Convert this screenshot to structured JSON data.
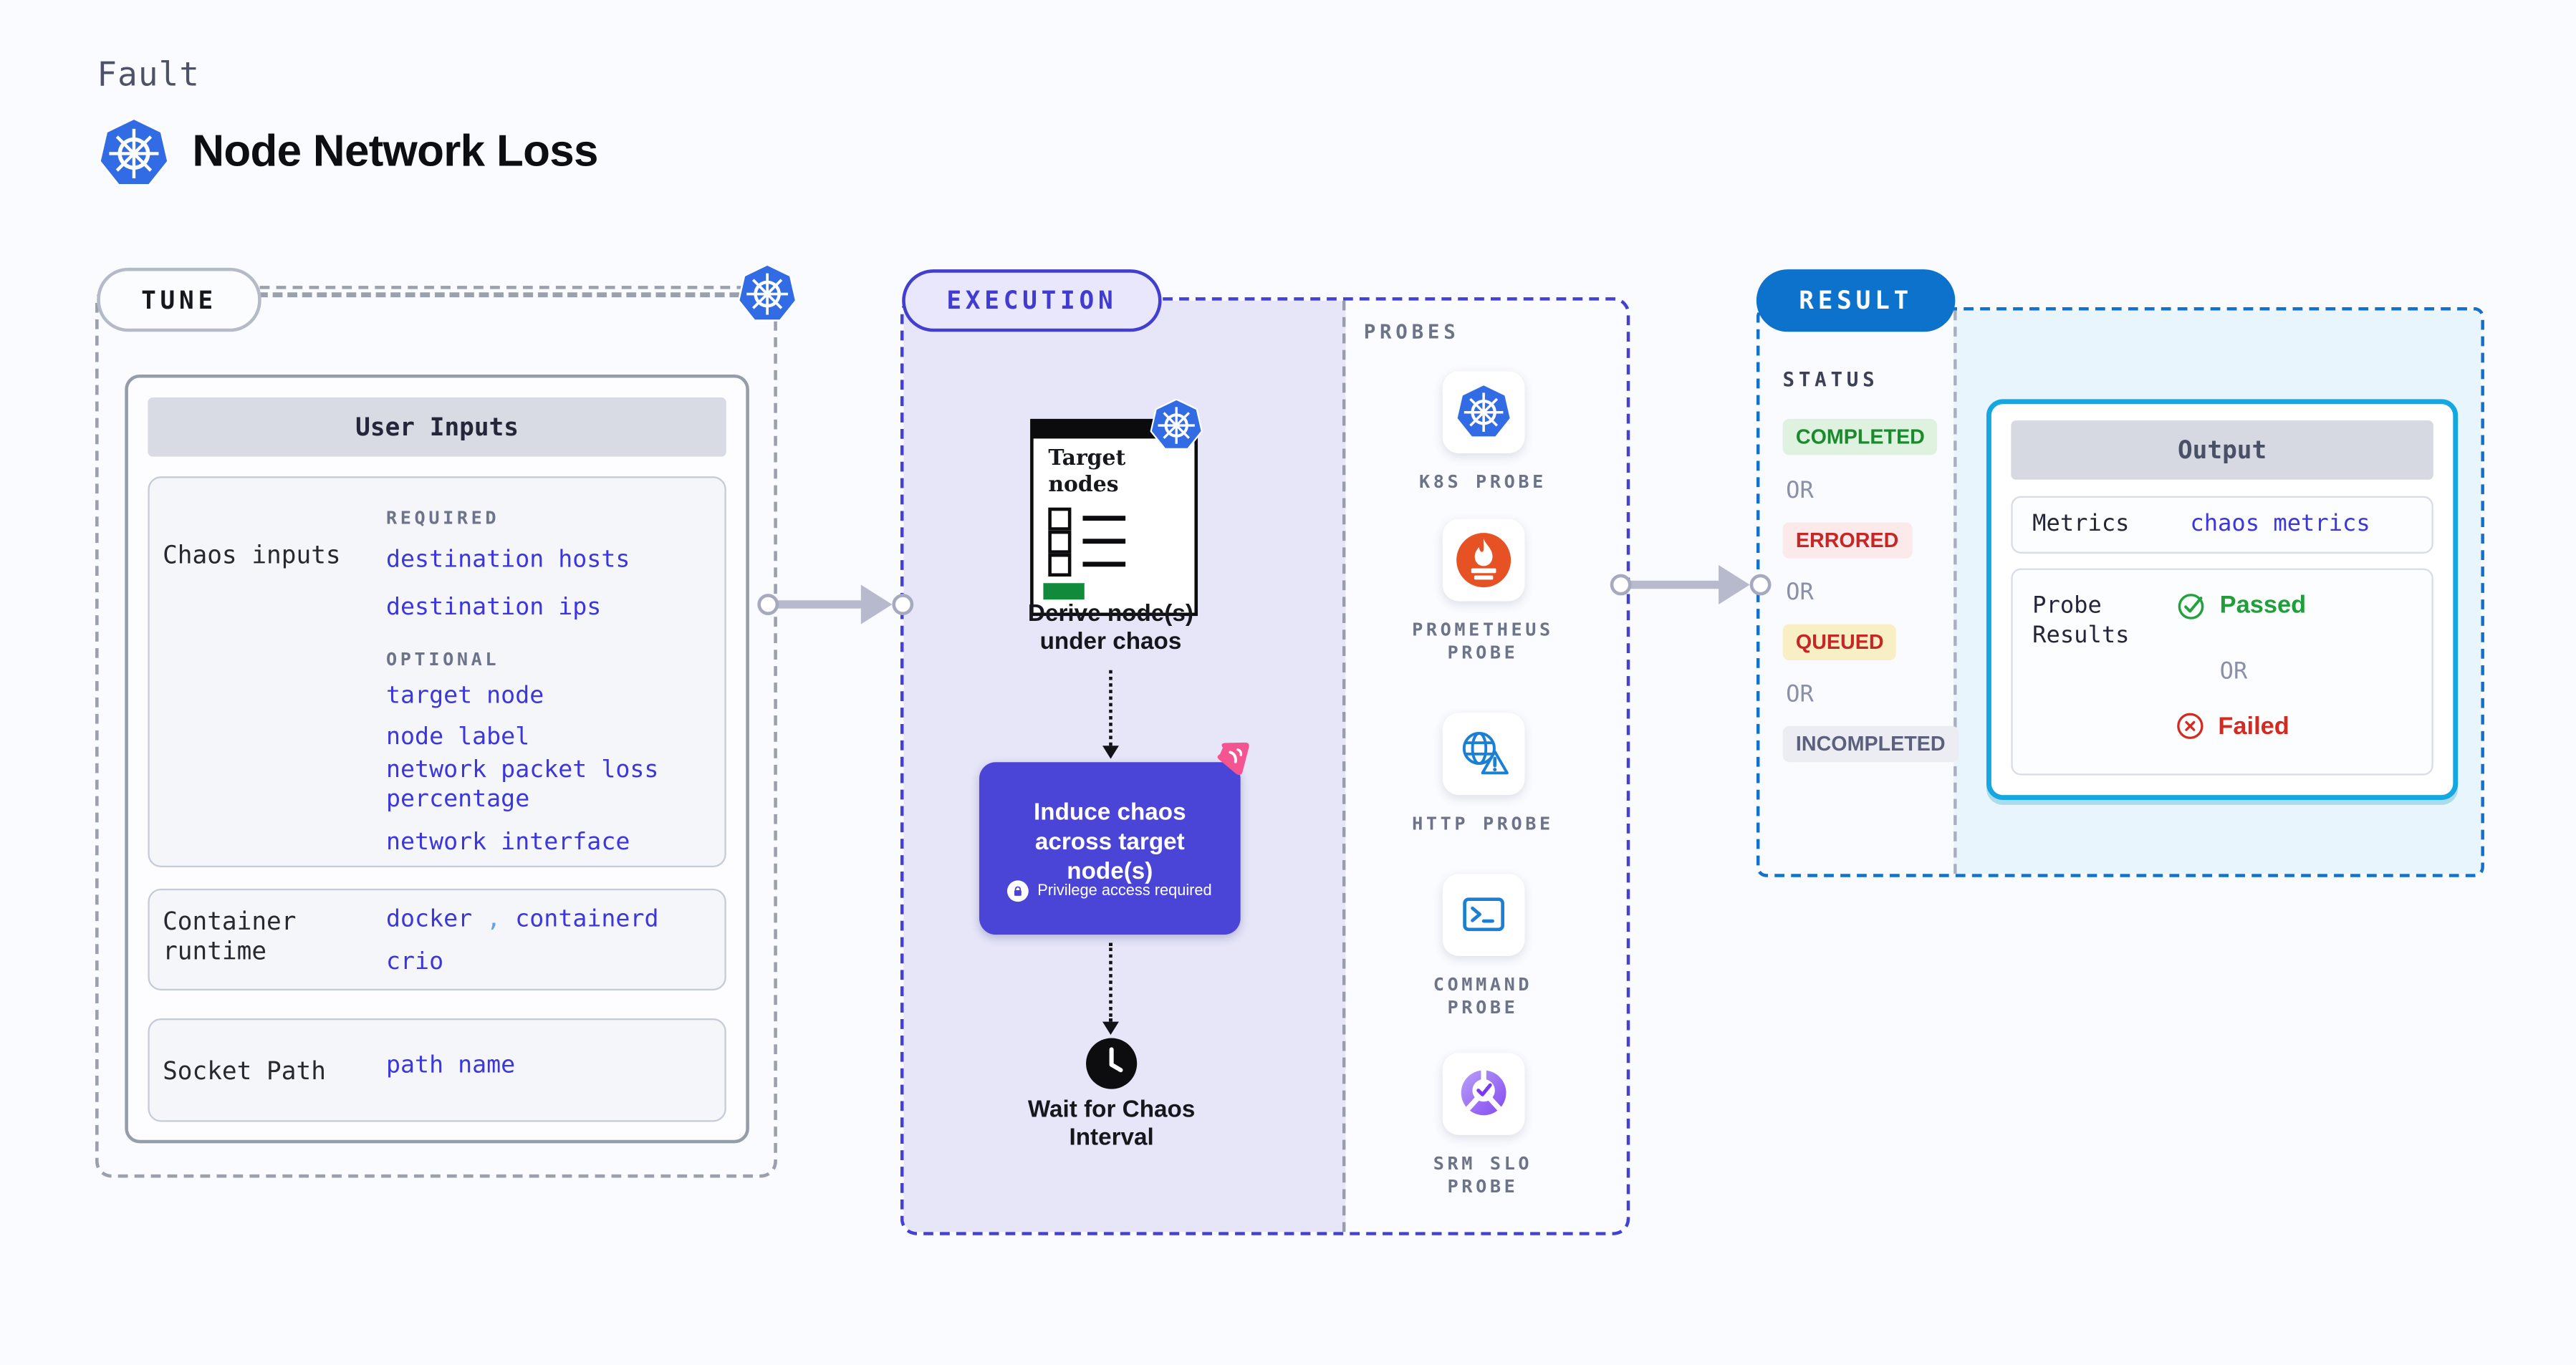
{
  "header": {
    "kicker": "Fault",
    "title": "Node Network Loss"
  },
  "tune": {
    "badge": "TUNE",
    "user_inputs": {
      "title": "User Inputs",
      "chaos_inputs": {
        "label": "Chaos inputs",
        "required_label": "REQUIRED",
        "required": [
          "destination hosts",
          "destination ips"
        ],
        "optional_label": "OPTIONAL",
        "optional": [
          "target node",
          "node label",
          "network packet loss percentage",
          "network interface"
        ]
      },
      "container_runtime": {
        "label": "Container runtime",
        "value_1": "docker",
        "separator": ",",
        "value_2": "containerd",
        "value_3": "crio"
      },
      "socket_path": {
        "label": "Socket Path",
        "value": "path name"
      }
    }
  },
  "execution": {
    "badge": "EXECUTION",
    "target_box": {
      "title": "Target nodes"
    },
    "derive_label": "Derive node(s) under chaos",
    "induce": {
      "label": "Induce chaos across target node(s)",
      "note": "Privilege access required"
    },
    "wait_label": "Wait for Chaos Interval"
  },
  "probes": {
    "label": "PROBES",
    "items": [
      {
        "name": "K8S PROBE",
        "icon": "kubernetes-icon"
      },
      {
        "name": "PROMETHEUS PROBE",
        "icon": "prometheus-icon"
      },
      {
        "name": "HTTP PROBE",
        "icon": "http-globe-warning-icon"
      },
      {
        "name": "COMMAND PROBE",
        "icon": "terminal-icon"
      },
      {
        "name": "SRM SLO PROBE",
        "icon": "slo-donut-check-icon"
      }
    ]
  },
  "result": {
    "badge": "RESULT",
    "status": {
      "label": "STATUS",
      "or_label": "OR",
      "badges": [
        {
          "text": "COMPLETED",
          "color": "#1b8a2f",
          "background": "#def2df"
        },
        {
          "text": "ERRORED",
          "color": "#c52727",
          "background": "#fceaea"
        },
        {
          "text": "QUEUED",
          "color": "#c52727",
          "background": "#f9efc4"
        },
        {
          "text": "INCOMPLETED",
          "color": "#5b617c",
          "background": "#ebedf3"
        }
      ]
    },
    "output": {
      "title": "Output",
      "metrics": {
        "label": "Metrics",
        "value": "chaos metrics"
      },
      "probe_results": {
        "label": "Probe Results",
        "passed": "Passed",
        "or_label": "OR",
        "failed": "Failed"
      }
    }
  },
  "colors": {
    "accent_indigo": "#4340d2",
    "accent_blue": "#0d72cb",
    "accent_cyan": "#15a7e1",
    "link_blue": "#3b36dd",
    "k8s_blue": "#326ce5",
    "prometheus_orange": "#e75225",
    "induce_purple": "#4a45d7",
    "litmus_pink": "#f4548f",
    "passed_green": "#1f9e39",
    "failed_red": "#d42a20"
  }
}
